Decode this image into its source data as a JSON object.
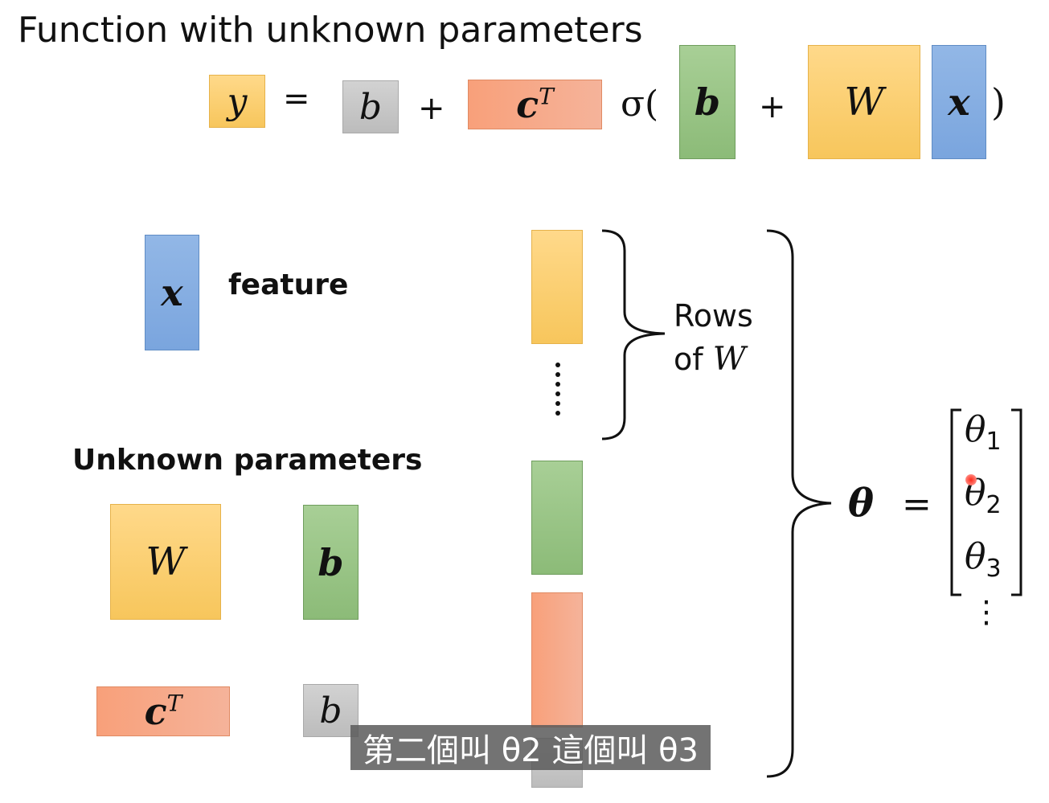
{
  "title": "Function with unknown parameters",
  "equation": {
    "y": "y",
    "equals": "=",
    "b_scalar": "b",
    "plus1": "+",
    "cT": "c",
    "cT_sup": "T",
    "sigma_open": "σ(",
    "b_vec": "b",
    "plus2": "+",
    "W": "W",
    "x": "x",
    "close": ")"
  },
  "feature": {
    "x": "x",
    "label": "feature"
  },
  "unknown": {
    "heading": "Unknown parameters",
    "W": "W",
    "b_vec": "b",
    "cT": "c",
    "cT_sup": "T",
    "b_scalar": "b"
  },
  "rows_label": {
    "line1": "Rows",
    "line2_prefix": "of ",
    "line2_W": "W"
  },
  "theta": {
    "symbol": "θ",
    "equals": "=",
    "entries": [
      {
        "base": "θ",
        "sub": "1"
      },
      {
        "base": "θ",
        "sub": "2"
      },
      {
        "base": "θ",
        "sub": "3"
      }
    ],
    "vdots": "⋮"
  },
  "subtitle": "第二個叫 θ2 這個叫 θ3",
  "colors": {
    "yellow": "#f7c65c",
    "gray": "#bcbcbc",
    "orange": "#f5a07a",
    "green": "#8cbb78",
    "blue": "#7aa5de",
    "pointer": "#ff3b30"
  }
}
